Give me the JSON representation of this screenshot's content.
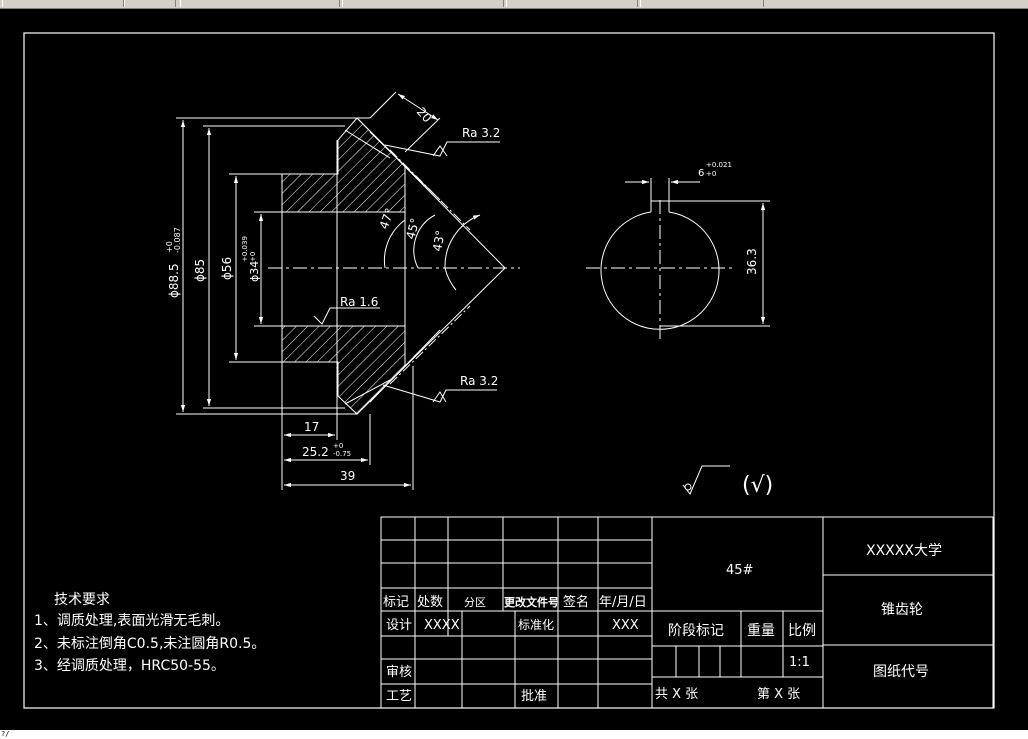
{
  "colors": {
    "background": "#000000",
    "lines": "#ffffff",
    "centerline": "#ffffff"
  },
  "status_text": "?/",
  "dimensions": {
    "d_outer": "ϕ88.5",
    "d_outer_tol_upper": "+0",
    "d_outer_tol_lower": "-0.087",
    "d85": "ϕ85",
    "d56": "ϕ56",
    "d34": "ϕ34",
    "d34_tol_upper": "+0.039",
    "d34_tol_lower": "+0",
    "width_20": "20",
    "angle_47": "47°",
    "angle_45": "45°",
    "angle_43": "43°",
    "len_17": "17",
    "len_25": "25.2",
    "len_25_tol_upper": "+0",
    "len_25_tol_lower": "-0.75",
    "len_39": "39",
    "keyway_width": "6",
    "keyway_tol_upper": "+0.021",
    "keyway_tol_lower": "+0",
    "keyway_depth": "36.3"
  },
  "roughness": {
    "top": "Ra 3.2",
    "inner": "Ra 1.6",
    "bottom": "Ra 3.2"
  },
  "general_roughness": "(√)",
  "tech_requirements": {
    "title": "技术要求",
    "items": [
      "1、调质处理,表面光滑无毛刺。",
      "2、未标注倒角C0.5,未注圆角R0.5。",
      "3、经调质处理，HRC50-55。"
    ]
  },
  "title_block": {
    "material": "45#",
    "school": "XXXXX大学",
    "part_name": "锥齿轮",
    "drawing_no": "图纸代号",
    "rev_headers": [
      "标记",
      "处数",
      "分区",
      "更改文件号",
      "签名",
      "年/月/日"
    ],
    "design_label": "设计",
    "design_name": "XXXX",
    "std_label": "标准化",
    "std_name": "XXX",
    "review_label": "审核",
    "process_label": "工艺",
    "approve_label": "批准",
    "stage_label": "阶段标记",
    "weight_label": "重量",
    "scale_label": "比例",
    "scale_value": "1:1",
    "sheets_total": "共 X 张",
    "sheet_no": "第 X 张"
  }
}
